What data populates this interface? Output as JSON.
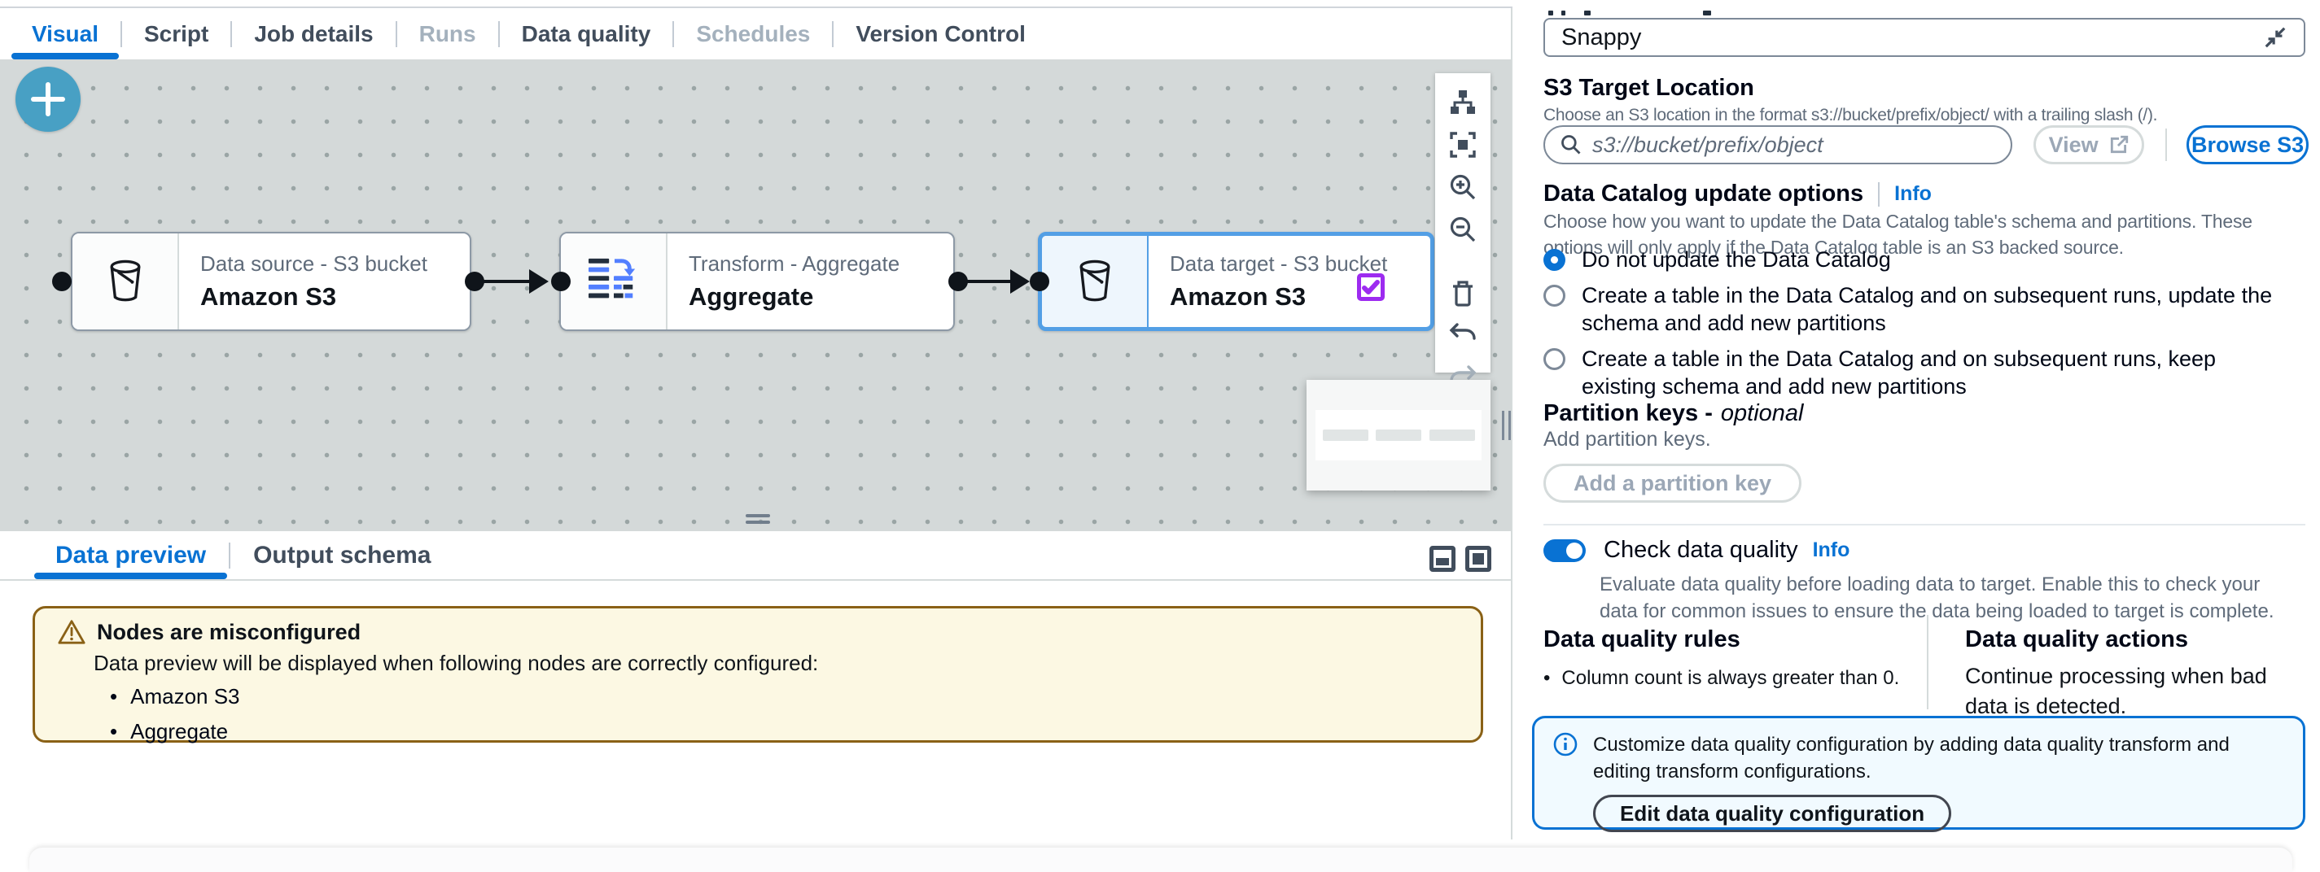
{
  "colors": {
    "accent_blue": "#0972d3",
    "selected_node_border": "#539fe5",
    "check_badge_purple": "#9d2bf0",
    "warning_border": "#8a6116",
    "warning_bg": "#fcf8e3",
    "info_banner_bg": "#f1faff",
    "canvas_bg": "#d4d9d9",
    "plus_button": "#48a0c4",
    "disabled_text": "#9ba7b6",
    "aggregate_icon_blue": "#527fff"
  },
  "main_tabs": {
    "items": [
      {
        "label": "Visual",
        "state": "active"
      },
      {
        "label": "Script",
        "state": "default"
      },
      {
        "label": "Job details",
        "state": "default"
      },
      {
        "label": "Runs",
        "state": "disabled"
      },
      {
        "label": "Data quality",
        "state": "default"
      },
      {
        "label": "Schedules",
        "state": "disabled"
      },
      {
        "label": "Version Control",
        "state": "default"
      }
    ]
  },
  "canvas": {
    "nodes": [
      {
        "type_label": "Data source - S3 bucket",
        "name": "Amazon S3",
        "selected": false
      },
      {
        "type_label": "Transform - Aggregate",
        "name": "Aggregate",
        "selected": false
      },
      {
        "type_label": "Data target - S3 bucket",
        "name": "Amazon S3",
        "selected": true
      }
    ],
    "toolbar_icons": [
      "layout",
      "fit-to-screen",
      "zoom-in",
      "zoom-out",
      "delete",
      "undo",
      "redo"
    ]
  },
  "preview_panel": {
    "tabs": [
      {
        "label": "Data preview",
        "state": "active"
      },
      {
        "label": "Output schema",
        "state": "default"
      }
    ],
    "warning": {
      "title": "Nodes are misconfigured",
      "description": "Data preview will be displayed when following nodes are correctly configured:",
      "items": [
        "Amazon S3",
        "Aggregate"
      ]
    }
  },
  "props": {
    "compression": {
      "value": "Snappy"
    },
    "s3_target": {
      "heading": "S3 Target Location",
      "description": "Choose an S3 location in the format s3://bucket/prefix/object/ with a trailing slash (/).",
      "placeholder": "s3://bucket/prefix/object",
      "view_button": "View",
      "browse_button": "Browse S3"
    },
    "catalog": {
      "heading": "Data Catalog update options",
      "info_label": "Info",
      "description": "Choose how you want to update the Data Catalog table's schema and partitions. These options will only apply if the Data Catalog table is an S3 backed source.",
      "options": [
        {
          "label": "Do not update the Data Catalog",
          "selected": true
        },
        {
          "label": "Create a table in the Data Catalog and on subsequent runs, update the schema and add new partitions",
          "selected": false
        },
        {
          "label": "Create a table in the Data Catalog and on subsequent runs, keep existing schema and add new partitions",
          "selected": false
        }
      ]
    },
    "partition": {
      "heading": "Partition keys -",
      "optional_label": "optional",
      "description": "Add partition keys.",
      "add_button": "Add a partition key"
    },
    "data_quality": {
      "toggle_label": "Check data quality",
      "info_label": "Info",
      "toggle_on": true,
      "description": "Evaluate data quality before loading data to target. Enable this to check your data for common issues to ensure the data being loaded to target is complete.",
      "rules_heading": "Data quality rules",
      "rules": [
        "Column count is always greater than 0."
      ],
      "actions_heading": "Data quality actions",
      "actions_text": "Continue processing when bad data is detected.",
      "banner_text": "Customize data quality configuration by adding data quality transform and editing transform configurations.",
      "banner_button": "Edit data quality configuration"
    }
  }
}
